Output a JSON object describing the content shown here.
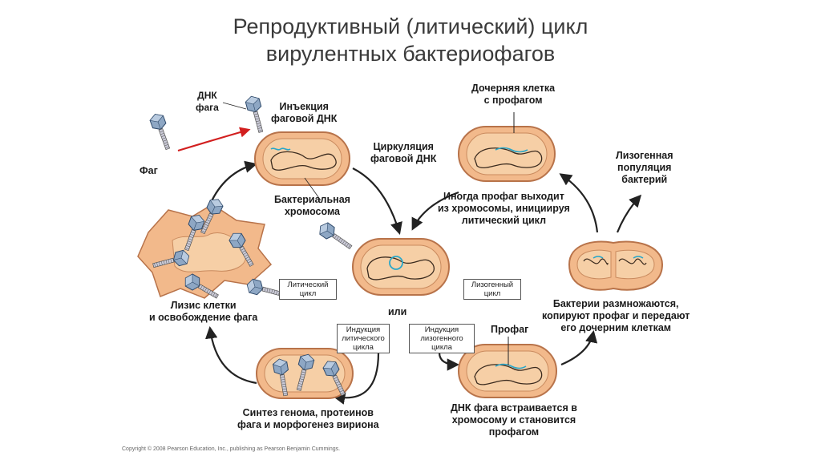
{
  "title": {
    "line1": "Репродуктивный (литический) цикл",
    "line2": "вирулентных бактериофагов"
  },
  "labels": {
    "phage_dna": [
      "ДНК",
      "фага"
    ],
    "injection": [
      "Инъекция",
      "фаговой ДНК"
    ],
    "phage": "Фаг",
    "circulation": [
      "Циркуляция",
      "фаговой ДНК"
    ],
    "daughter_cell": [
      "Дочерняя клетка",
      "с профагом"
    ],
    "lysogenic_population": [
      "Лизогенная",
      "популяция",
      "бактерий"
    ],
    "bacterial_chromosome": [
      "Бактериальная",
      "хромосома"
    ],
    "prophage_exit": [
      "Иногда профаг выходит",
      "из хромосомы, инициируя",
      "литический цикл"
    ],
    "lysis": [
      "Лизис клетки",
      "и освобождение фага"
    ],
    "or": "или",
    "bacteria_multiply": [
      "Бактерии размножаются,",
      "копируют профаг и передают",
      "его дочерним клеткам"
    ],
    "prophage": "Профаг",
    "synthesis": [
      "Синтез генома, протеинов",
      "фага и морфогенез вириона"
    ],
    "integration": [
      "ДНК фага встраивается в",
      "хромосому и становится",
      "профагом"
    ]
  },
  "boxes": {
    "lytic_cycle": [
      "Литический",
      "цикл"
    ],
    "lysogenic_cycle": [
      "Лизогенный",
      "цикл"
    ],
    "lytic_induction": [
      "Индукция",
      "литического",
      "цикла"
    ],
    "lysogenic_induction": [
      "Индукция",
      "лизогенного",
      "цикла"
    ]
  },
  "copyright": "Copyright © 2008 Pearson Education, Inc., publishing as Pearson Benjamin Cummings.",
  "colors": {
    "cell_fill": "#f2b98b",
    "cell_outline": "#b8734a",
    "cell_inner": "#f6cfa6",
    "phage_dna": "#29a7c9",
    "chromosome": "#3a2a1e",
    "phage_head": "#8ea7c4",
    "injection_arrow": "#d21f1f"
  }
}
